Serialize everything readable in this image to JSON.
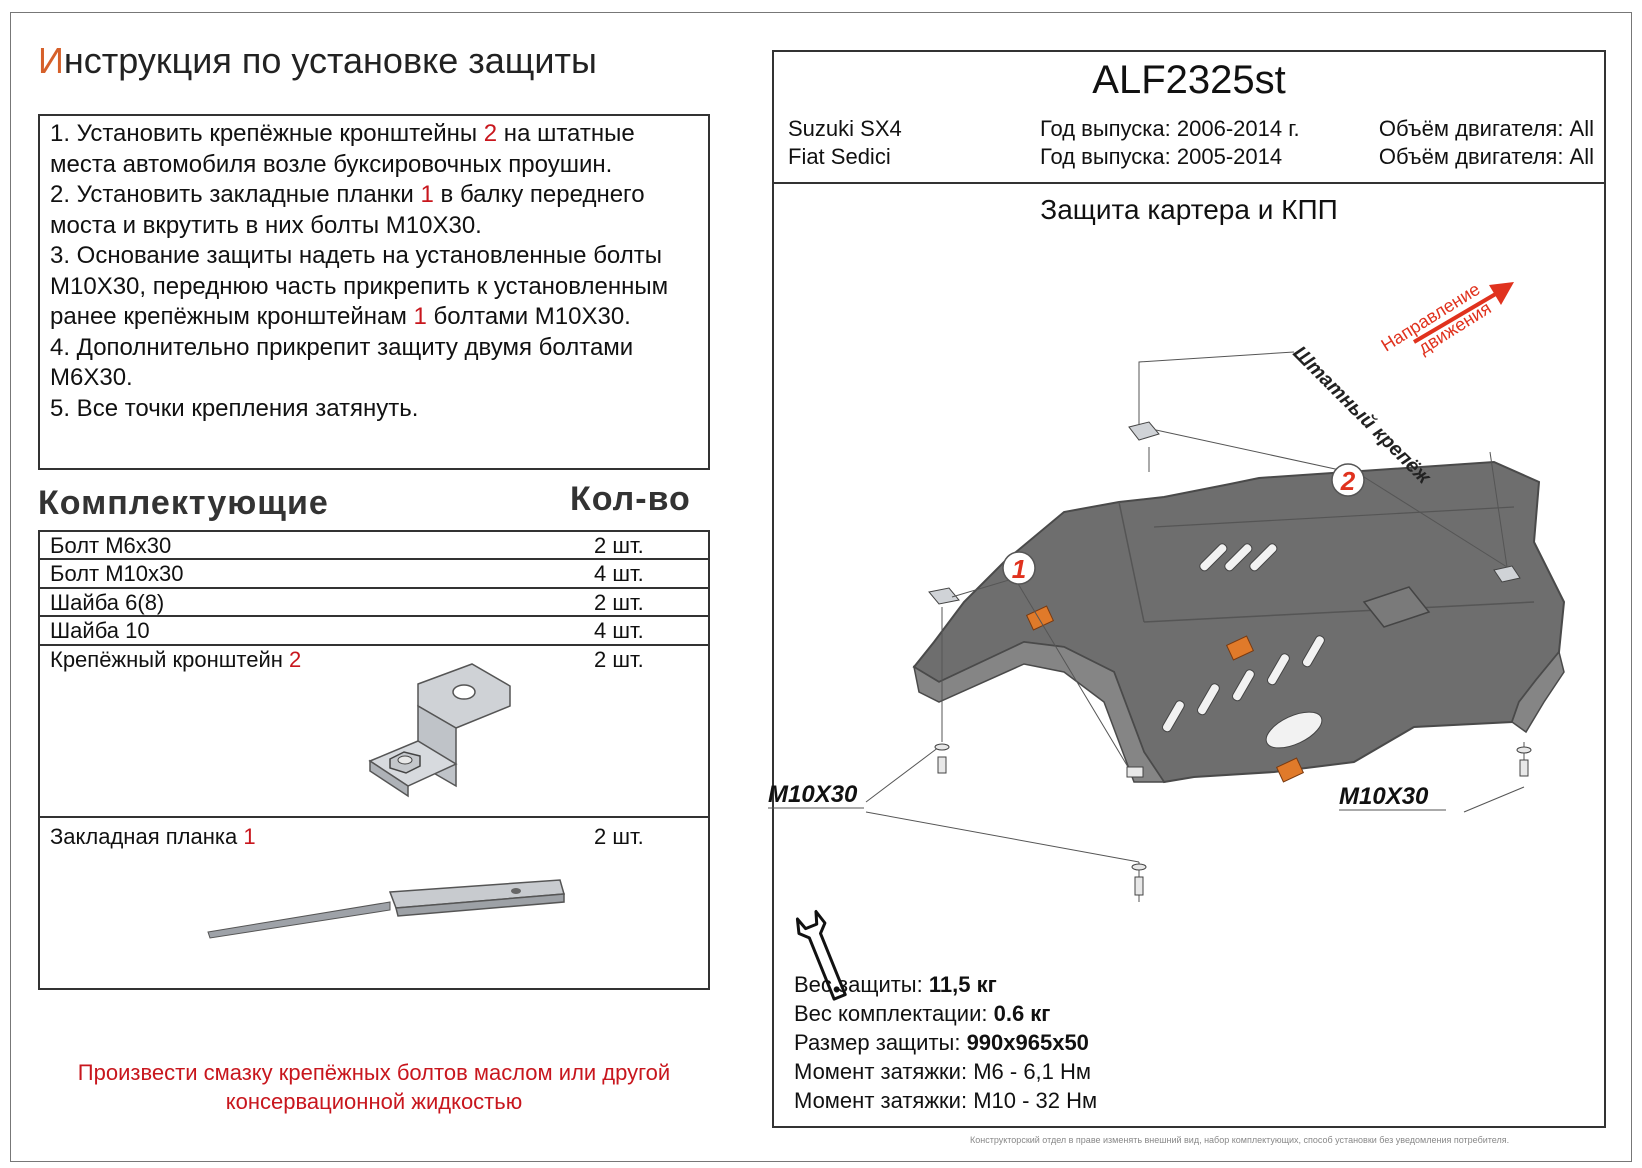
{
  "title": {
    "first": "И",
    "rest": "нструкция по установке защиты"
  },
  "instructions": [
    {
      "pre": "1. Установить крепёжные кронштейны ",
      "num": "2",
      "post": " на штатные места автомобиля возле буксировочных проушин."
    },
    {
      "pre": "2. Установить закладные планки ",
      "num": "1",
      "post": " в балку переднего моста и вкрутить в них болты М10Х30."
    },
    {
      "pre": "3. Основание защиты надеть на установленные болты М10Х30, переднюю часть прикрепить к установленным ранее крепёжным кронштейнам ",
      "num": "1",
      "post": " болтами М10Х30."
    },
    {
      "pre": "4. Дополнительно прикрепит защиту двумя болтами М6Х30.",
      "num": "",
      "post": ""
    },
    {
      "pre": "5. Все точки крепления затянуть.",
      "num": "",
      "post": ""
    }
  ],
  "parts_header": "Комплектующие",
  "qty_header": "Кол-во",
  "parts": [
    {
      "name": "Болт М6х30",
      "num": "",
      "qty": "2 шт."
    },
    {
      "name": "Болт М10х30",
      "num": "",
      "qty": "4 шт."
    },
    {
      "name": "Шайба 6(8)",
      "num": "",
      "qty": "2 шт."
    },
    {
      "name": "Шайба 10",
      "num": "",
      "qty": "4 шт."
    },
    {
      "name": "Крепёжный кронштейн ",
      "num": "2",
      "qty": "2 шт."
    },
    {
      "name": "Закладная планка ",
      "num": "1",
      "qty": "2 шт."
    }
  ],
  "lube_note": [
    "Произвести смазку крепёжных болтов маслом или другой",
    "консервационной жидкостью"
  ],
  "model": "ALF2325st",
  "cars": [
    {
      "name": "Suzuki SX4",
      "years": "Год выпуска: 2006-2014 г.",
      "engine": "Объём двигателя: All"
    },
    {
      "name": "Fiat Sedici",
      "years": "Год выпуска: 2005-2014",
      "engine": "Объём двигателя: All"
    }
  ],
  "product_title": "Защита картера и КПП",
  "diagram": {
    "direction_line1": "Направление",
    "direction_line2": "движения",
    "standard_mount": "Штатный крепёж",
    "callout_1": "1",
    "callout_2": "2",
    "bolt_left": "M10X30",
    "bolt_right": "M10X30",
    "colors": {
      "plate": "#6e6e6e",
      "plate_edge": "#4a4a4a",
      "accent": "#e0321e",
      "tag": "#e07a2a"
    }
  },
  "specs": [
    {
      "label": "Вес защиты: ",
      "value": "11,5 кг",
      "bold": true
    },
    {
      "label": "Вес комплектации: ",
      "value": "0.6 кг",
      "bold": true
    },
    {
      "label": "Размер защиты: ",
      "value": "990х965х50",
      "bold": true
    },
    {
      "label": "Момент затяжки:  ",
      "value": "М6 - 6,1 Нм",
      "bold": false
    },
    {
      "label": "Момент затяжки:  ",
      "value": "М10 - 32 Нм",
      "bold": false
    }
  ],
  "copyright": "Конструкторский отдел в праве изменять внешний вид, набор комплектующих, способ установки без уведомления потребителя."
}
